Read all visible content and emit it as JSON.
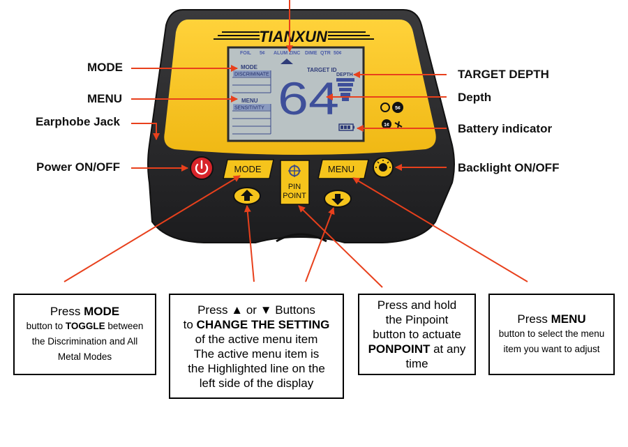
{
  "device": {
    "brand": "TIANXUN",
    "display": {
      "scale": [
        "FOIL",
        "5¢",
        "ALUM",
        "ZINC",
        "DIME",
        "QTR",
        "50¢"
      ],
      "mode_label": "MODE",
      "mode_value": "DISCRIMINATE",
      "menu_label": "MENU",
      "menu_value": "SENSITIVITY",
      "target_id_label": "TARGET ID",
      "target_id_value": "64",
      "depth_label": "DEPTH",
      "coin_5": "5¢",
      "coin_1": "1¢"
    },
    "buttons": {
      "mode": "MODE",
      "menu": "MENU",
      "pinpoint_line1": "PIN",
      "pinpoint_line2": "POINT"
    }
  },
  "callouts": {
    "mode": "MODE",
    "menu": "MENU",
    "earphone_jack": "Earphobe Jack",
    "power": "Power ON/OFF",
    "target_depth": "TARGET DEPTH",
    "depth": "Depth",
    "battery": "Battery indicator",
    "backlight": "Backlight ON/OFF"
  },
  "info_boxes": {
    "mode": {
      "pre": "Press ",
      "key": "MODE",
      "line2_pre": "button to ",
      "line2_key": "TOGGLE",
      "line2_post": " between",
      "line3": "the Discrimination and All",
      "line4": "Metal Modes"
    },
    "setting": {
      "pre": "Press",
      "or": "or",
      "post": "Buttons",
      "line2_pre": "to ",
      "line2_key": "CHANGE THE SETTING",
      "line3": "of the active menu item",
      "line4": "The active menu item is",
      "line5": "the Highlighted line on the",
      "line6": "left side of the display"
    },
    "pinpoint": {
      "line1": "Press and hold",
      "line2": "the Pinpoint",
      "line3": "button to actuate",
      "key": "PONPOINT",
      "line4_post": " at any",
      "line5": "time"
    },
    "menu": {
      "pre": "Press ",
      "key": "MENU",
      "line2": "button to select the menu",
      "line3": "item you want to adjust"
    }
  },
  "colors": {
    "body_yellow": "#f5c41c",
    "body_dark": "#2a2a2c",
    "lcd": "#b9c2c4",
    "arrow_red": "#e8401c",
    "power_red": "#d8242a"
  }
}
